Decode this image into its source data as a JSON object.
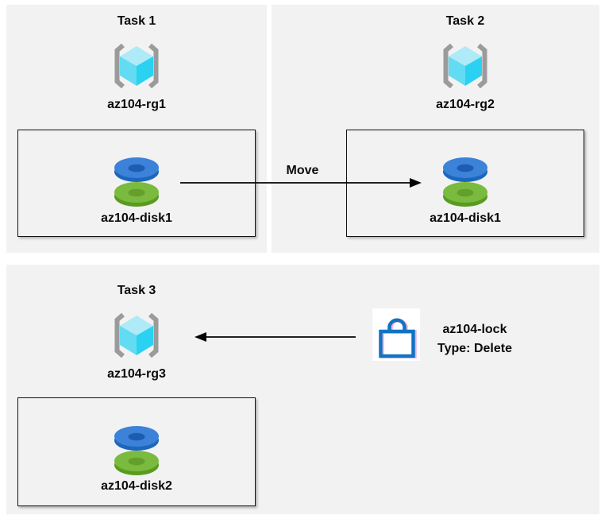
{
  "tasks": [
    {
      "title": "Task 1",
      "resource_group": "az104-rg1",
      "disk": "az104-disk1"
    },
    {
      "title": "Task 2",
      "resource_group": "az104-rg2",
      "disk": "az104-disk1"
    },
    {
      "title": "Task 3",
      "resource_group": "az104-rg3",
      "disk": "az104-disk2"
    }
  ],
  "move_arrow": {
    "label": "Move"
  },
  "lock": {
    "name": "az104-lock",
    "type_label": "Type: Delete"
  },
  "icons": {
    "resource_group": "azure-resource-group-icon",
    "disk": "azure-disk-icon",
    "lock": "azure-lock-icon"
  },
  "colors": {
    "panel_bg": "#f2f2f2",
    "page_bg": "#ffffff",
    "arrow_black": "#050505",
    "bracket_gray": "#9b9b9b",
    "cube_top": "#aeeaf7",
    "cube_left": "#63dbf2",
    "cube_right": "#2bd1f0",
    "disk_blue_top": "#3b82d8",
    "disk_blue_rim": "#1c67be",
    "disk_blue_hole": "#1d5cb0",
    "disk_green_top": "#7aba3e",
    "disk_green_rim": "#599b1f",
    "disk_green_hole": "#639f2c",
    "lock_blue": "#1173c5",
    "lock_fringe": "#ef5fa7"
  }
}
